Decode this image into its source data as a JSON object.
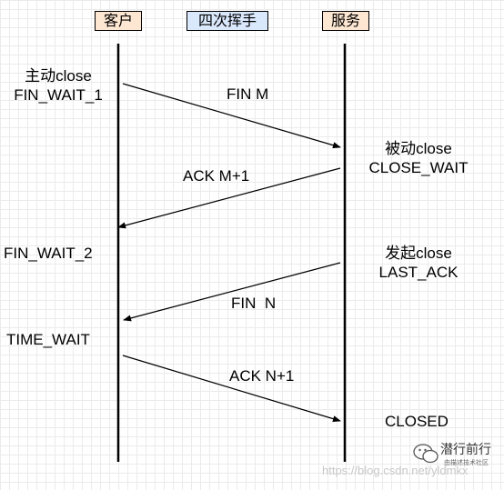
{
  "header": {
    "client": "客户",
    "title": "四次挥手",
    "server": "服务"
  },
  "client_states": {
    "active_close": "主动close",
    "fin_wait_1": "FIN_WAIT_1",
    "fin_wait_2": "FIN_WAIT_2",
    "time_wait": "TIME_WAIT"
  },
  "server_states": {
    "passive_close": "被动close",
    "close_wait": "CLOSE_WAIT",
    "initiate_close": "发起close",
    "last_ack": "LAST_ACK",
    "closed": "CLOSED"
  },
  "messages": {
    "fin_m": "FIN M",
    "ack_m1": "ACK M+1",
    "fin_n": "FIN  N",
    "ack_n1": "ACK N+1"
  },
  "logo": {
    "name": "潜行前行",
    "subtitle": "由描述技术社区",
    "icon": "wechat-icon"
  },
  "watermark": "https://blog.csdn.net/yldmkx"
}
